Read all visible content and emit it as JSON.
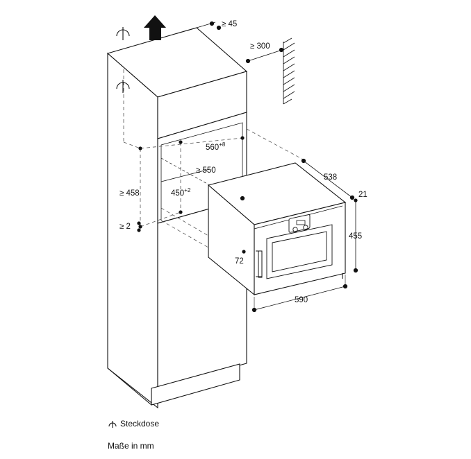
{
  "dimensions": {
    "top_clearance": "≥ 45",
    "wall_clearance": "≥ 300",
    "niche_width": "560",
    "niche_width_tol": "+8",
    "niche_depth": "≥ 550",
    "niche_height_min": "≥ 458",
    "niche_height": "450",
    "niche_height_tol": "+2",
    "bottom_gap": "≥ 2",
    "appliance_depth": "538",
    "front_thickness": "21",
    "appliance_height": "455",
    "handle_offset": "72",
    "appliance_width": "590"
  },
  "legend": {
    "socket_symbol_name": "socket-icon",
    "socket_label": "Steckdose",
    "units_label": "Maße in mm"
  }
}
